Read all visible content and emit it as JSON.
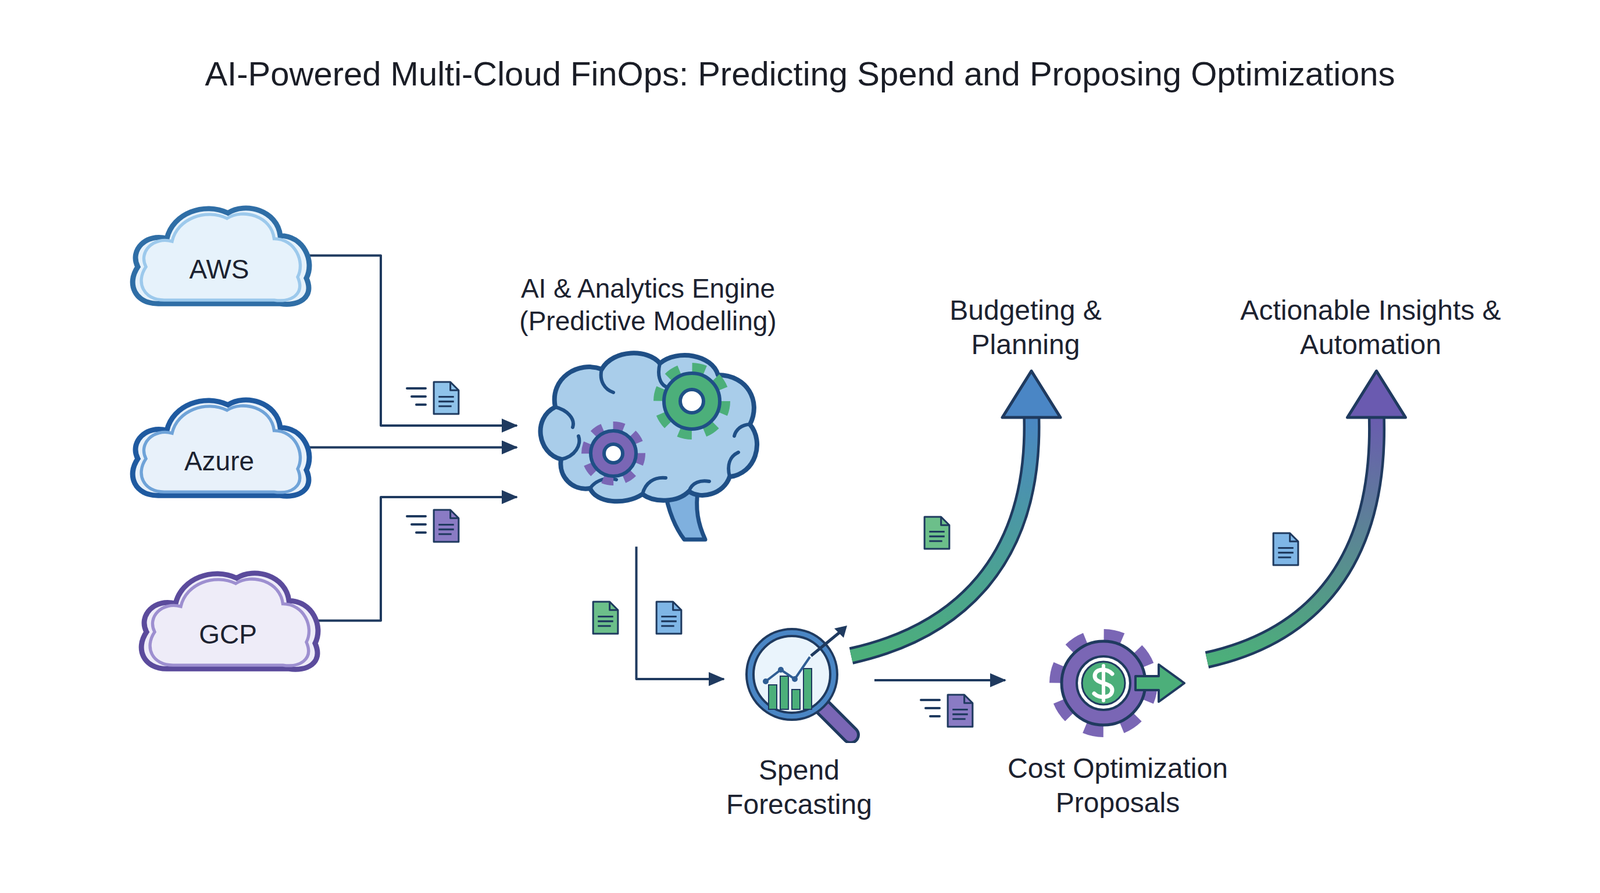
{
  "diagram": {
    "title": "AI-Powered Multi-Cloud FinOps: Predicting Spend and Proposing Optimizations",
    "nodes": [
      {
        "text": [
          "AWS"
        ]
      },
      {
        "text": [
          "Azure"
        ]
      },
      {
        "text": [
          "GCP"
        ]
      },
      {
        "text": [
          "AI & Analytics Engine (Predictive Modelling)"
        ]
      },
      {
        "text": [
          "Spend Forecasting"
        ]
      },
      {
        "text": [
          "Budgeting & Planning"
        ]
      },
      {
        "text": [
          "Cost Optimization Proposals"
        ]
      },
      {
        "text": [
          "Actionable Insights & Automation"
        ]
      }
    ],
    "edges": [
      {
        "from": 0,
        "to": 3,
        "arrow": "to"
      },
      {
        "from": 1,
        "to": 3,
        "arrow": "to"
      },
      {
        "from": 2,
        "to": 3,
        "arrow": "to"
      },
      {
        "from": 3,
        "to": 4,
        "arrow": "to"
      },
      {
        "from": 4,
        "to": 5,
        "arrow": "to"
      },
      {
        "from": 4,
        "to": 6,
        "arrow": "to"
      },
      {
        "from": 6,
        "to": 7,
        "arrow": "to"
      }
    ]
  }
}
